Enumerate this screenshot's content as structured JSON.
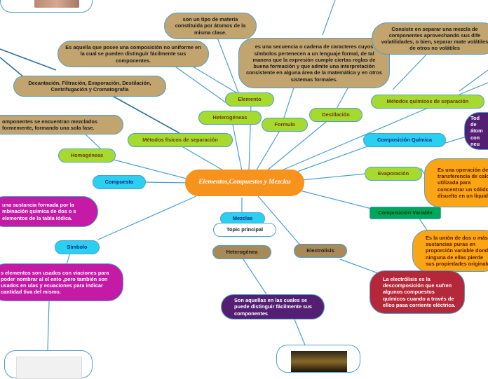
{
  "mindmap": {
    "central": "Elementos,Compuestos y Mezclas",
    "topic": "Topic principal",
    "nodes": {
      "tipo_materia": "son un tipo de materia constituida por átomos de la misma clase.",
      "homogenea_def": "Es aquella que posee una composición no uniforme en la cual se pueden distinguir fácilmente sus componentes.",
      "secuencia": "es una secuencia o cadena de caracteres cuyos símbolos pertenecen a un lenguaje formal, de tal manera que la expresión cumple ciertas reglas de buena formación y que admite una interpretación consistente en alguna área de la matemática y en otros sistemas formales.",
      "consiste": "Consiste en separar una mezcla de componentes aprovechando sus dife volatilidades, o bien, separar mate volátiles de otros no volátiles",
      "decantacion": "Decantación, Filtración, Evaporación, Destilación, Centrifugación y Cromatografía",
      "elemento": "Elemento",
      "heterogeneas": "Heterogéneas",
      "formula": "Formula",
      "destilacion": "Destilación",
      "metodos_quimicos": "Métodos químicos de separación",
      "componentes_mezclados": "omponentes se encuentran mezclados formemente, formando una sola fase.",
      "metodos_fisicos": "Métodos físicos de separación",
      "todo": "Tod de átom con neu",
      "homogeneas": "Homogéneas",
      "composicion_quimica": "Composición Química",
      "compuesto": "Compuesto",
      "evaporacion": "Evaporación",
      "operacion": "Es una operación de transferencia de calor utilizada para concentrar un sólido disuelto en un líquido.",
      "sustancia": "una sustancia formada por la mbinación química de dos o s elementos de la tabla iódica.",
      "composicion_variable": "Composición Variable",
      "mezclas": "Mezclas",
      "simbolo": "Símbolo",
      "heterogenea": "Heterogénea",
      "electrolisis": "Electrolisis",
      "union": "Es la unión de dos o más sustancias puras en proporción variable donde ninguna de ellas pierde sus propiedades originales",
      "simbolos_def": "s elementos son usados con viaciones para poder nombrar al el ento ,pero también son usados en ulas y ecuaciones para indicar cantidad tiva del mismo.",
      "electrolisis_def": "La electrólisis es la descomposición que sufren algunos compuestos químicos cuando a través de ellos pasa corriente eléctrica.",
      "son_aquellas": "Son aquellas en las cuales se puede distinguir fácilmente sus componentes"
    }
  },
  "colors": {
    "line": "#4a9fd0",
    "line_dark": "#2e6fa0",
    "green": "#a6da2e",
    "tan": "#c2a46e",
    "cyan": "#2bcff0",
    "magenta": "#c41aa6",
    "purple": "#541f72",
    "orange": "#f7931d",
    "red": "#b4283a"
  }
}
